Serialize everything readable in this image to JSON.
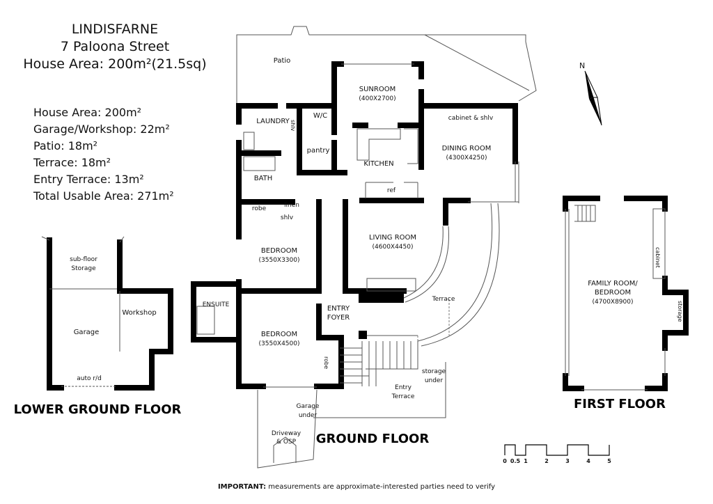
{
  "header": {
    "name": "LINDISFARNE",
    "address": "7 Paloona Street",
    "house_area": "House Area: 200m²(21.5sq)"
  },
  "areas": [
    "House Area: 200m²",
    "Garage/Workshop: 22m²",
    "Patio: 18m²",
    "Terrace: 18m²",
    "Entry Terrace: 13m²",
    "Total Usable Area: 271m²"
  ],
  "lower_ground": {
    "title": "LOWER GROUND FLOOR",
    "storage_1": "sub-floor",
    "storage_2": "Storage",
    "garage": "Garage",
    "workshop": "Workshop",
    "door": "auto r/d"
  },
  "ground": {
    "title": "GROUND FLOOR",
    "patio": "Patio",
    "sunroom": "SUNROOM",
    "sunroom_dim": "(400X2700)",
    "laundry": "LAUNDRY",
    "shlv": "shlv",
    "wc": "W/C",
    "pantry": "pantry",
    "kitchen": "KITCHEN",
    "ref": "ref",
    "cabinet": "cabinet & shlv",
    "dining": "DINING ROOM",
    "dining_dim": "(4300X4250)",
    "bath": "BATH",
    "robe": "robe",
    "linen": "linen",
    "shlv2": "shlv",
    "living": "LIVING ROOM",
    "living_dim": "(4600X4450)",
    "bedroom1": "BEDROOM",
    "bedroom1_dim": "(3550X3300)",
    "ensuite": "ENSUITE",
    "entry_1": "ENTRY",
    "entry_2": "FOYER",
    "terrace": "Terrace",
    "bedroom2": "BEDROOM",
    "bedroom2_dim": "(3550X4500)",
    "robe2": "robe",
    "storage_1": "storage",
    "storage_2": "under",
    "entry_terrace_1": "Entry",
    "entry_terrace_2": "Terrace",
    "garage_1": "Garage",
    "garage_2": "under",
    "driveway_1": "Driveway",
    "driveway_2": "& OSP"
  },
  "first": {
    "title": "FIRST FLOOR",
    "room_1": "FAMILY ROOM/",
    "room_2": "BEDROOM",
    "room_dim": "(4700X8900)",
    "cabinet": "cabinet",
    "storage": "storage"
  },
  "north": "N",
  "scale": [
    "0",
    "0.5",
    "1",
    "2",
    "3",
    "4",
    "5"
  ],
  "disclaimer_bold": "IMPORTANT:",
  "disclaimer": " measurements are approximate-interested parties need to verify"
}
